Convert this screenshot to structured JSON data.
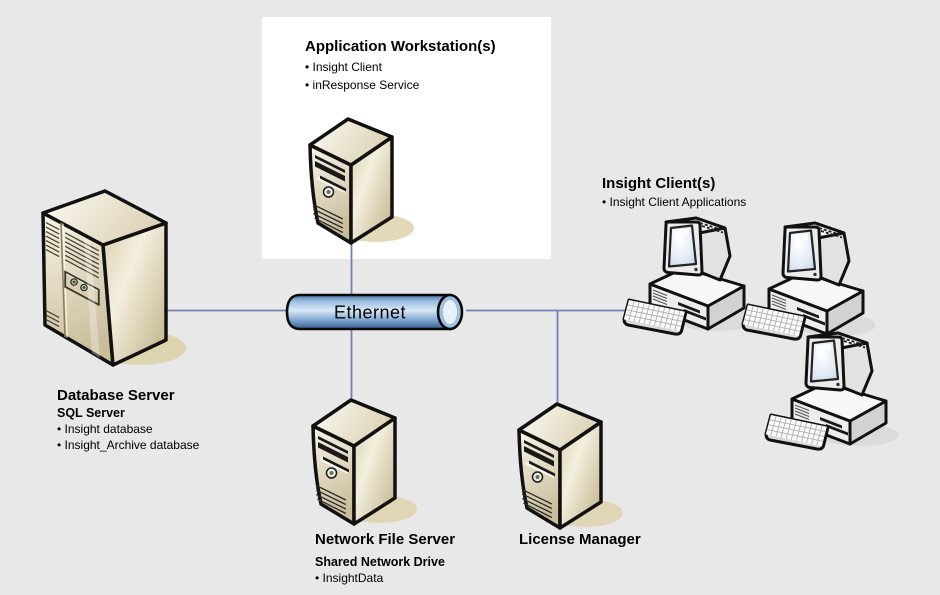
{
  "colors": {
    "background": "#e8e8e8",
    "panel": "#ffffff",
    "connection_line": "#6e82b2",
    "outline": "#111111",
    "tower_beige": "#e6dcc0",
    "ethernet_light": "#d9e8f5",
    "ethernet_dark": "#35598c"
  },
  "ethernet": {
    "label": "Ethernet"
  },
  "nodes": {
    "application_workstation": {
      "title": "Application Workstation(s)",
      "bullets": [
        "• Insight Client",
        "• inResponse Service"
      ]
    },
    "insight_clients": {
      "title": "Insight Client(s)",
      "bullets": [
        "• Insight Client Applications"
      ]
    },
    "database_server": {
      "title": "Database Server",
      "subtitle": "SQL Server",
      "bullets": [
        "• Insight database",
        "• Insight_Archive database"
      ]
    },
    "network_file_server": {
      "title": "Network File Server",
      "subtitle": "Shared Network Drive",
      "bullets": [
        "• InsightData"
      ]
    },
    "license_manager": {
      "title": "License Manager"
    }
  },
  "connections": [
    {
      "from": "database_server",
      "to": "ethernet"
    },
    {
      "from": "application_workstation",
      "to": "ethernet"
    },
    {
      "from": "network_file_server",
      "to": "ethernet"
    },
    {
      "from": "license_manager",
      "to": "ethernet"
    },
    {
      "from": "insight_clients",
      "to": "ethernet"
    }
  ]
}
